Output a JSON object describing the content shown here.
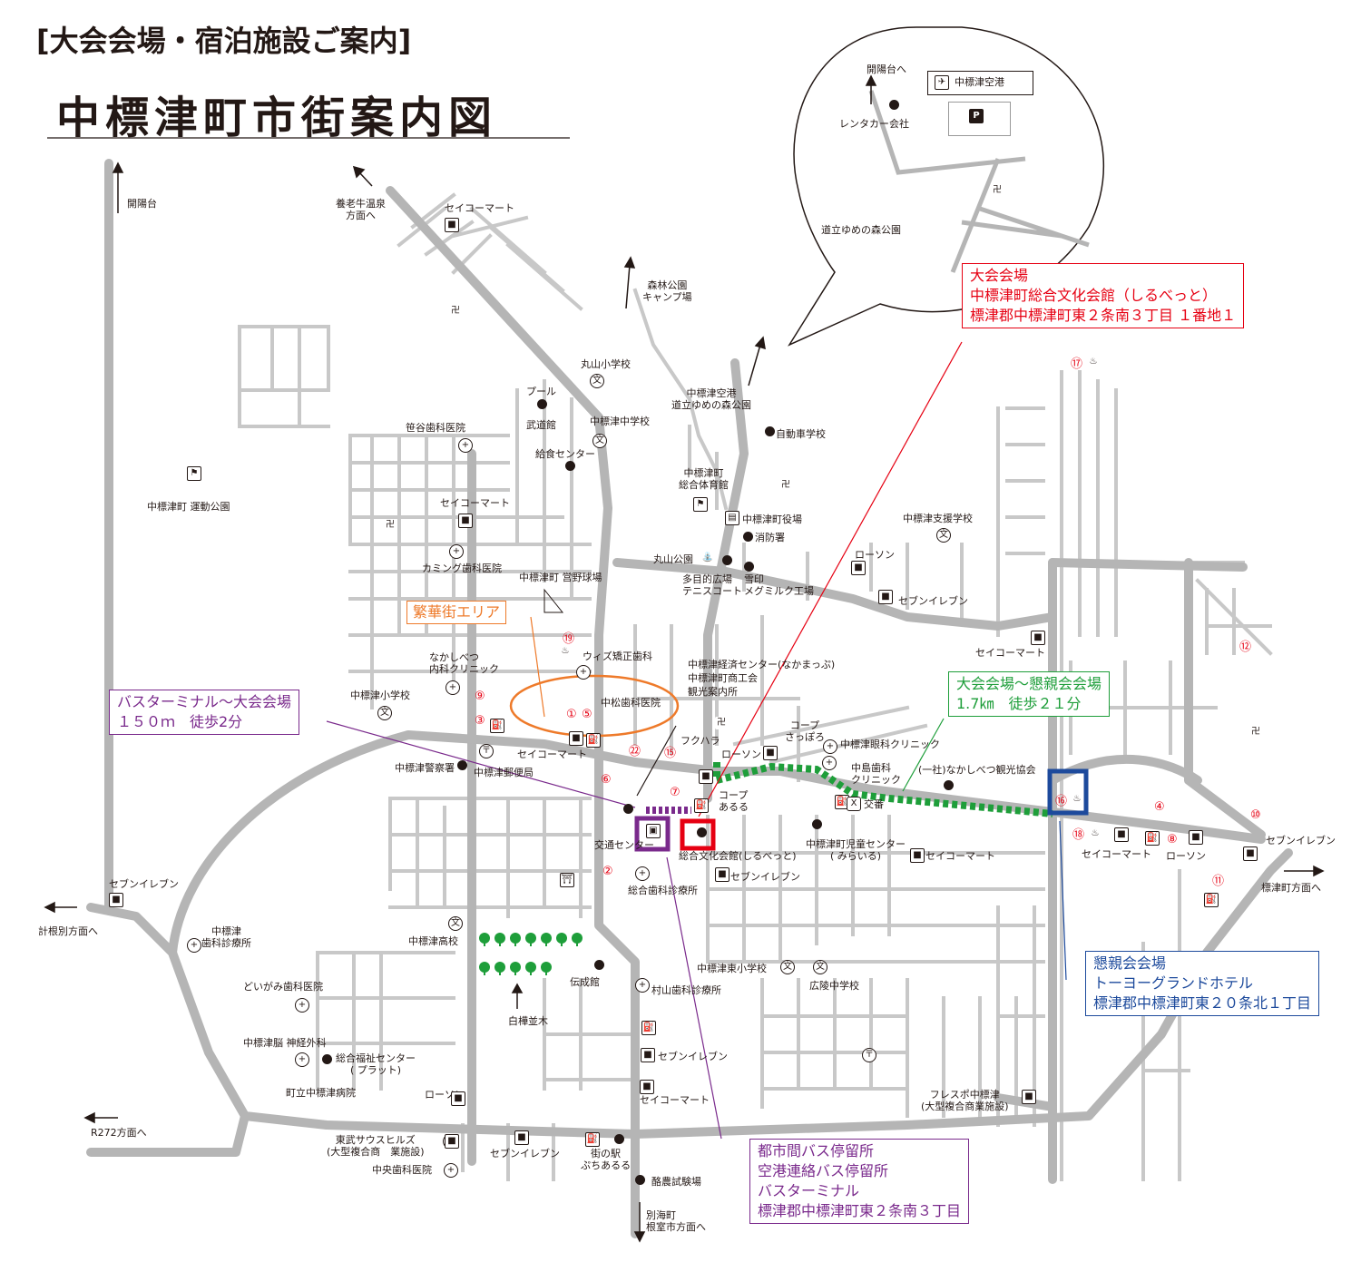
{
  "header": {
    "subtitle": "[大会会場・宿泊施設ご案内]",
    "title": "中標津町市街案内図"
  },
  "callouts": {
    "venue": {
      "lines": [
        "大会会場",
        "中標津町総合文化会館（しるべっと）",
        "標津郡中標津町東２条南３丁目 １番地１"
      ],
      "color": "#e60012"
    },
    "walk_green": {
      "lines": [
        "大会会場～懇親会会場",
        "1.7㎞　徒歩２１分"
      ],
      "color": "#1e9e3a"
    },
    "walk_purple": {
      "lines": [
        "バスターミナル～大会会場",
        "１５０ｍ　徒歩2分"
      ],
      "color": "#7a2a8c"
    },
    "party": {
      "lines": [
        "懇親会会場",
        "トーヨーグランドホテル",
        "標津郡中標津町東２０条北１丁目"
      ],
      "color": "#1d4a9c"
    },
    "bus": {
      "lines": [
        "都市間バス停留所",
        "空港連絡バス停留所",
        "バスターミナル",
        "標津郡中標津町東２条南３丁目"
      ],
      "color": "#7a2a8c"
    },
    "downtown": {
      "text": "繁華街エリア",
      "color": "#ee7a2a"
    }
  },
  "bubble": {
    "airport": "中標津空港",
    "kaiyodai": "開陽台へ",
    "rentacar": "レンタカー会社",
    "park": "道立ゆめの森公園",
    "parking_icon": "P",
    "airport_icon": "✈"
  },
  "directions": {
    "kaiyodai": "開陽台",
    "yoro": "養老牛温泉\n方面へ",
    "shinrin": "森林公園\nキャンプ場",
    "airport": "中標津空港\n道立ゆめの森公園",
    "kenebetsu": "計根別方面へ",
    "r272": "R272方面へ",
    "shibetsu": "標津町方面へ",
    "betsukai": "別海町\n根室市方面へ"
  },
  "places": [
    "セイコーマート",
    "丸山小学校",
    "プール",
    "武道館",
    "中標津中学校",
    "給食センター",
    "自動車学校",
    "中標津町\n総合体育館",
    "中標津町役場",
    "消防署",
    "笹谷歯科医院",
    "中標津町 運動公園",
    "セイコーマート",
    "カミング歯科医院",
    "中標津町 営野球場",
    "丸山公園",
    "多目的広場\nテニスコート",
    "雪印\nメグミルク工場",
    "ローソン",
    "セブンイレブン",
    "中標津支援学校",
    "セイコーマート",
    "ウィズ矯正歯科",
    "なかしべつ\n内科クリニック",
    "中標津経済センター(なかまっぷ)\n中標津町商工会\n観光案内所",
    "中標津小学校",
    "中松歯科医院",
    "コープ\nさっぽろ",
    "中標津眼科クリニック",
    "セイコーマート",
    "フクハラ",
    "ローソン",
    "中島歯科\nクリニック",
    "中標津警察署",
    "中標津郵便局",
    "(一社)なかしべつ観光協会",
    "コープ\nあるる",
    "交番",
    "交通センター",
    "総合文化会館(しるべっと)",
    "中標津町児童センター\n( みらいる)",
    "セイコーマート",
    "セイコーマート",
    "ローソン",
    "セブンイレブン",
    "セブンイレブン",
    "総合歯科診療所",
    "セブンイレブン",
    "中標津\n歯科診療所",
    "中標津高校",
    "伝成館",
    "中標津東小学校",
    "広陵中学校",
    "どいがみ歯科医院",
    "村山歯科診療所",
    "白樺並木",
    "中標津脳 神経外科",
    "総合福祉センター\n( プラット)",
    "町立中標津病院",
    "セブンイレブン",
    "ローソン",
    "セイコーマート",
    "フレスポ中標津\n(大型複合商業施設)",
    "東武サウスヒルズ\n(大型複合商　業施設)",
    "中央歯科医院",
    "セブンイレブン",
    "街の駅\nぷちあるる",
    "酪農試験場"
  ],
  "markers": [
    "①",
    "②",
    "③",
    "④",
    "⑤",
    "⑥",
    "⑦",
    "⑧",
    "⑨",
    "⑩",
    "⑪",
    "⑫",
    "⑮",
    "⑯",
    "⑰",
    "⑱",
    "⑲",
    "㉒"
  ],
  "colors": {
    "road": "#bdbdbd",
    "roadMain": "#b0b0b0",
    "text": "#231815"
  }
}
